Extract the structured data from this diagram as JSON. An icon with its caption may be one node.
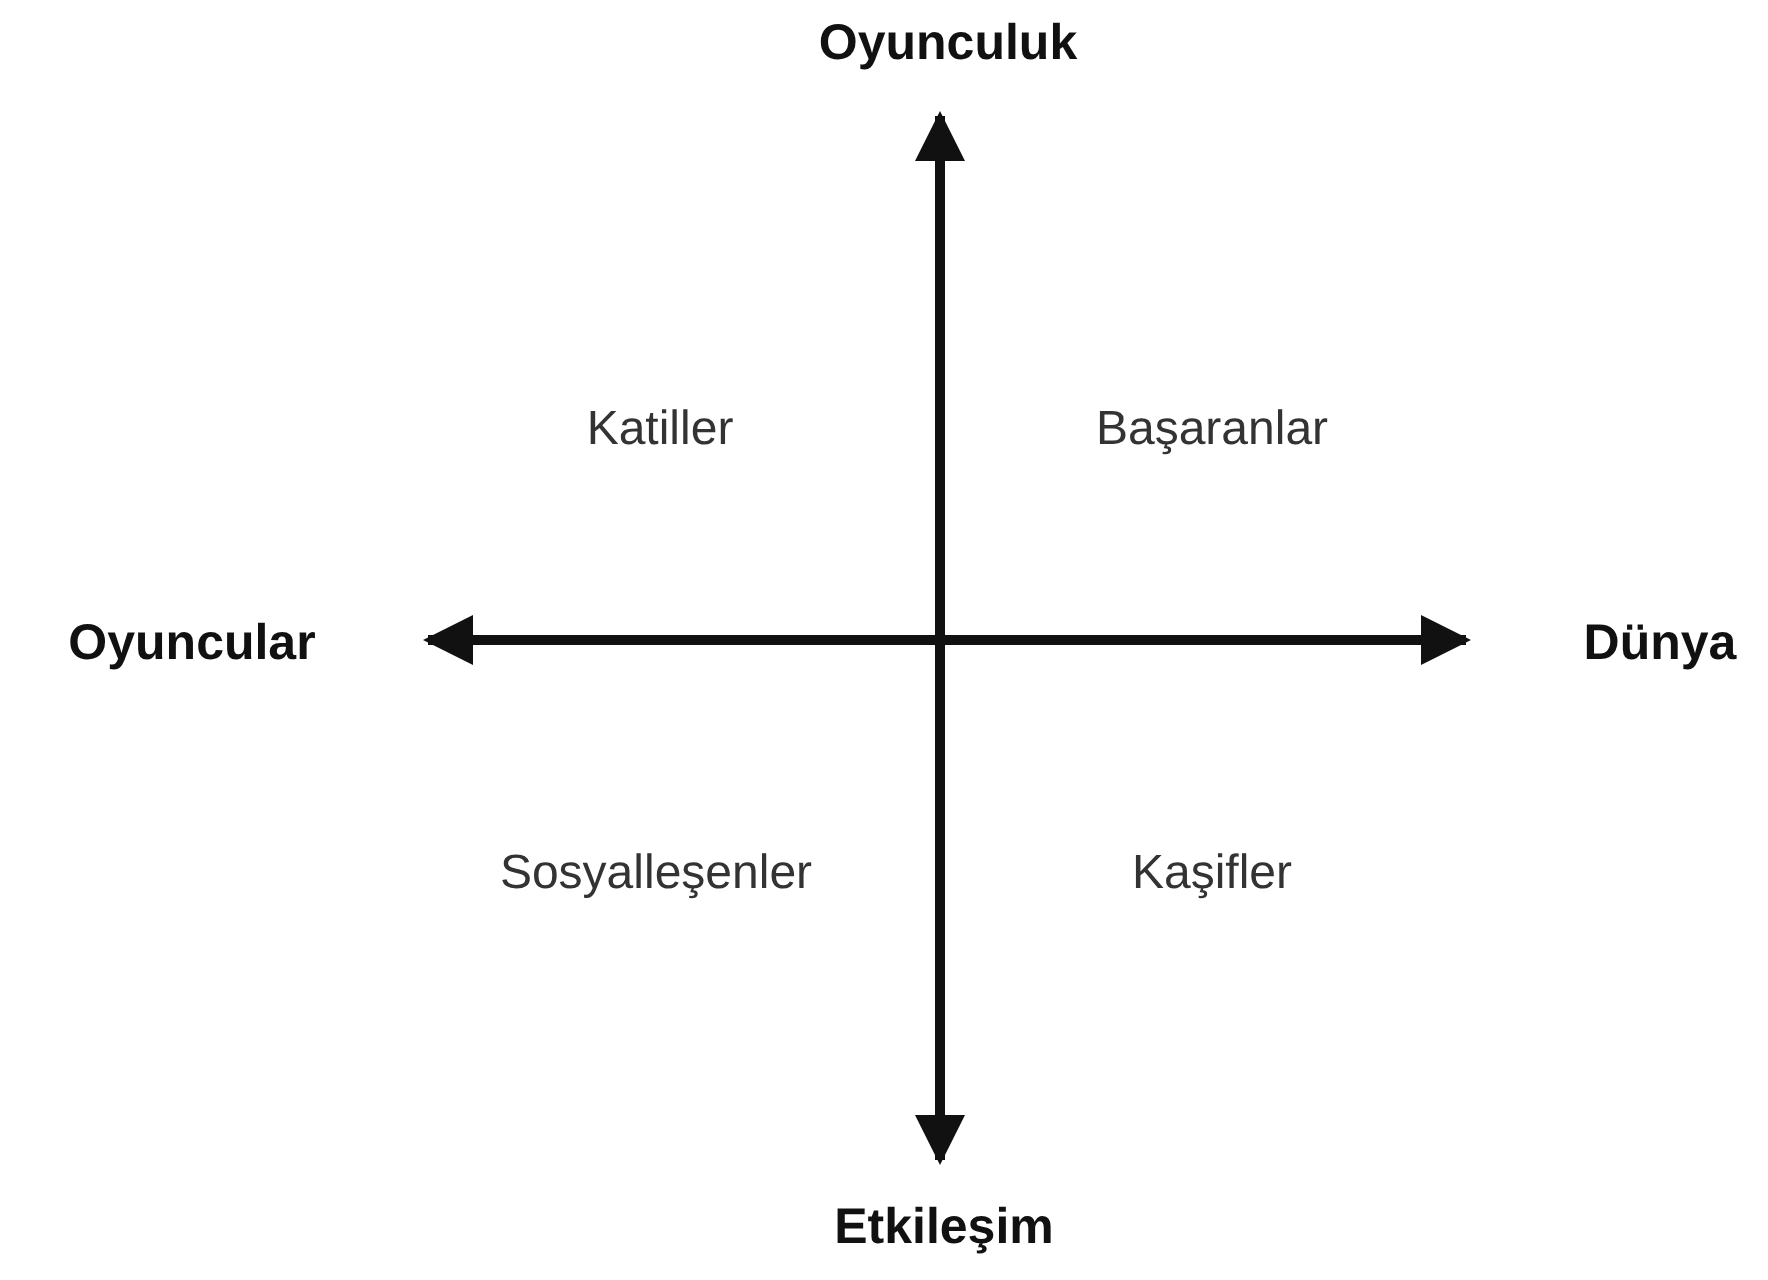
{
  "diagram": {
    "labels": [
      "Oyunculuk",
      "Katiller",
      "Başaranlar",
      "Oyuncular",
      "Dünya",
      "Sosyalleşenler",
      "Kaşifler",
      "Etkileşim"
    ]
  }
}
